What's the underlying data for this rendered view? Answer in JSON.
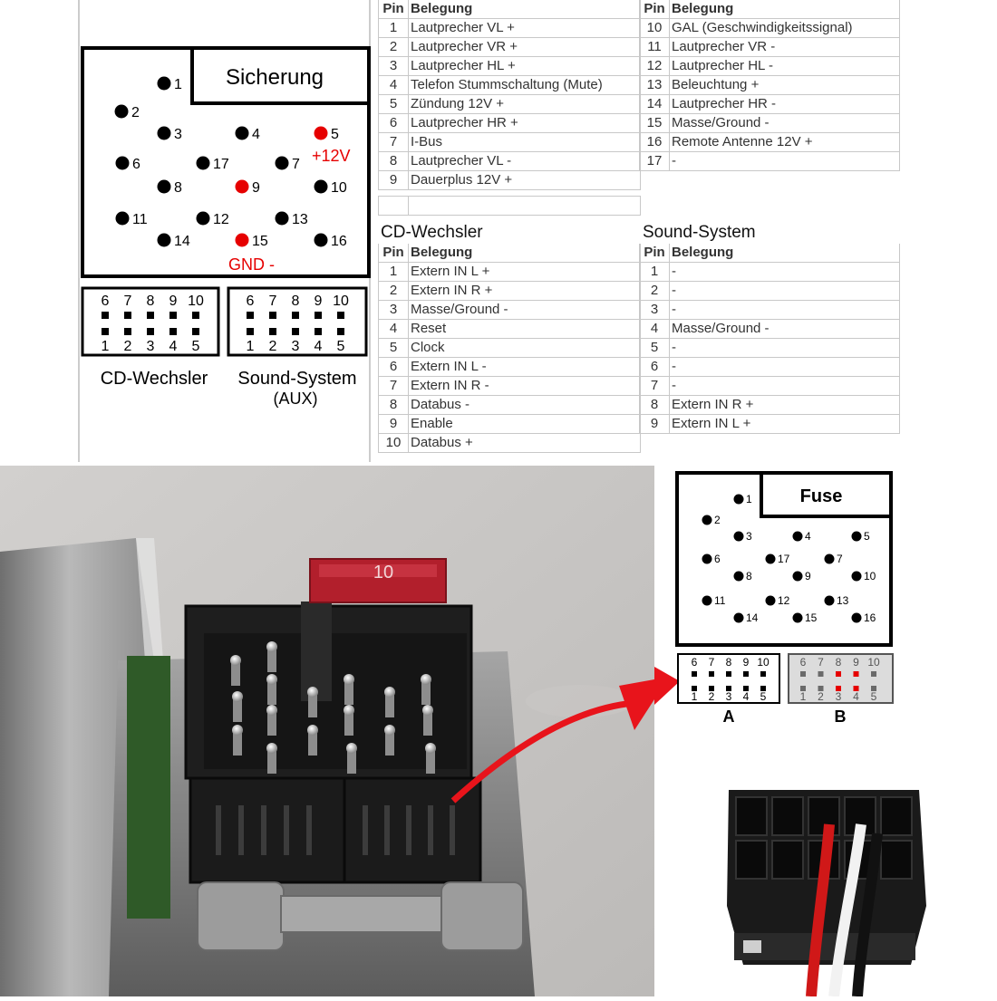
{
  "top_diagram": {
    "fuse_label": "Sicherung",
    "pins": [
      "1",
      "2",
      "3",
      "4",
      "5",
      "6",
      "7",
      "8",
      "9",
      "10",
      "11",
      "12",
      "13",
      "14",
      "15",
      "16",
      "17"
    ],
    "plus_label": "+12V",
    "gnd_label": "GND -",
    "aux_top_pins": [
      "6",
      "7",
      "8",
      "9",
      "10"
    ],
    "aux_bottom_pins": [
      "1",
      "2",
      "3",
      "4",
      "5"
    ],
    "cd_label": "CD-Wechsler",
    "sound_label": "Sound-System",
    "aux_label": "(AUX)",
    "highlight_color": "#e60000"
  },
  "main_table": {
    "header": {
      "pin": "Pin",
      "belegung": "Belegung"
    },
    "left": [
      {
        "pin": "1",
        "text": "Lautprecher VL +"
      },
      {
        "pin": "2",
        "text": "Lautprecher VR +"
      },
      {
        "pin": "3",
        "text": "Lautprecher HL +"
      },
      {
        "pin": "4",
        "text": "Telefon Stummschaltung (Mute)"
      },
      {
        "pin": "5",
        "text": "Zündung 12V +"
      },
      {
        "pin": "6",
        "text": "Lautprecher HR +"
      },
      {
        "pin": "7",
        "text": "I-Bus"
      },
      {
        "pin": "8",
        "text": "Lautprecher VL -"
      },
      {
        "pin": "9",
        "text": "Dauerplus 12V +"
      }
    ],
    "right": [
      {
        "pin": "10",
        "text": "GAL (Geschwindigkeitssignal)"
      },
      {
        "pin": "11",
        "text": "Lautprecher VR -"
      },
      {
        "pin": "12",
        "text": "Lautprecher HL -"
      },
      {
        "pin": "13",
        "text": "Beleuchtung +"
      },
      {
        "pin": "14",
        "text": "Lautprecher HR -"
      },
      {
        "pin": "15",
        "text": "Masse/Ground -"
      },
      {
        "pin": "16",
        "text": "Remote Antenne 12V +"
      },
      {
        "pin": "17",
        "text": "-"
      }
    ]
  },
  "cd_table": {
    "title": "CD-Wechsler",
    "header": {
      "pin": "Pin",
      "belegung": "Belegung"
    },
    "rows": [
      {
        "pin": "1",
        "text": "Extern IN L +"
      },
      {
        "pin": "2",
        "text": "Extern IN R +"
      },
      {
        "pin": "3",
        "text": "Masse/Ground -"
      },
      {
        "pin": "4",
        "text": "Reset"
      },
      {
        "pin": "5",
        "text": "Clock"
      },
      {
        "pin": "6",
        "text": "Extern IN L -"
      },
      {
        "pin": "7",
        "text": "Extern IN R -"
      },
      {
        "pin": "8",
        "text": "Databus -"
      },
      {
        "pin": "9",
        "text": "Enable"
      },
      {
        "pin": "10",
        "text": "Databus +"
      }
    ]
  },
  "sound_table": {
    "title": "Sound-System",
    "header": {
      "pin": "Pin",
      "belegung": "Belegung"
    },
    "rows": [
      {
        "pin": "1",
        "text": "-"
      },
      {
        "pin": "2",
        "text": "-"
      },
      {
        "pin": "3",
        "text": "-"
      },
      {
        "pin": "4",
        "text": "Masse/Ground -"
      },
      {
        "pin": "5",
        "text": "-"
      },
      {
        "pin": "6",
        "text": "-"
      },
      {
        "pin": "7",
        "text": "-"
      },
      {
        "pin": "8",
        "text": "Extern IN R +"
      },
      {
        "pin": "9",
        "text": "Extern IN L +"
      }
    ]
  },
  "photo": {
    "fuse_value": "10",
    "arrow_color": "#e8141b"
  },
  "inset_diagram": {
    "fuse_label": "Fuse",
    "label_a": "A",
    "label_b": "B"
  },
  "plug": {
    "wire_colors": [
      "#d01818",
      "#f2f2f2",
      "#111111"
    ]
  }
}
